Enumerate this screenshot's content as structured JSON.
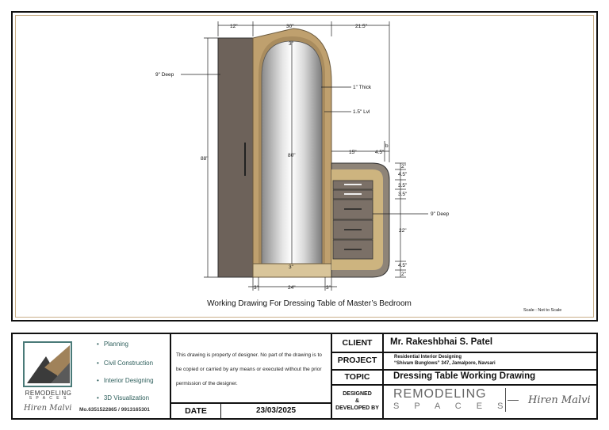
{
  "drawing": {
    "caption": "Working Drawing For Dressing Table of Master’s Bedroom",
    "scale_note": "Scale : Not to Scale",
    "dims": {
      "top_12": "12\"",
      "top_30": "30\"",
      "top_215": "21.5\"",
      "deep_left": "9\" Deep",
      "thick": "1\" Thick",
      "lvl": "1.5\" Lvl",
      "height_88": "88\"",
      "height_80": "80\"",
      "inner_3_top": "3\"",
      "inner_3_bottom": "3\"",
      "w_15": "15\"",
      "w_45": "4.5\"",
      "small_b": "b",
      "d_2a": "2\"",
      "d_45a": "4.5\"",
      "d_35a": "3.5\"",
      "d_35b": "3.5\"",
      "deep_right": "9\" Deep",
      "d_22": "22\"",
      "d_45b": "4.5\"",
      "d_2b": "2\"",
      "bottom_3a": "3\"",
      "bottom_24": "24\"",
      "bottom_3b": "3\""
    }
  },
  "titleblock": {
    "services": [
      "Planning",
      "Civil Construction",
      "Interior Designing",
      "3D Visualization"
    ],
    "logo_text": "REMODELING",
    "logo_sub": "S P A C E S",
    "designer_sign": "Hiren Malvi",
    "mobile": "Mo.6351522865 / 9913165301",
    "notice": "This drawing is property of designer. No part of the drawing is to be copied or carried by any means or executed without the prior permission of the designer.",
    "date_label": "DATE",
    "date_value": "23/03/2025",
    "client_label": "CLIENT",
    "client_value": "Mr. Rakeshbhai S. Patel",
    "project_label": "PROJECT",
    "project_line1": "Residential Interior Designing",
    "project_line2": "“Shivam Bunglows”  347, Jamalpore, Navsari",
    "topic_label": "TOPIC",
    "topic_value": "Dressing Table Working Drawing",
    "designed_label_1": "DESIGNED",
    "designed_label_2": "&",
    "designed_label_3": "DEVELOPED BY",
    "brand_text": "REMODELING",
    "brand_sub": "S P A C E S",
    "brand_sign": "Hiren Malvi"
  }
}
